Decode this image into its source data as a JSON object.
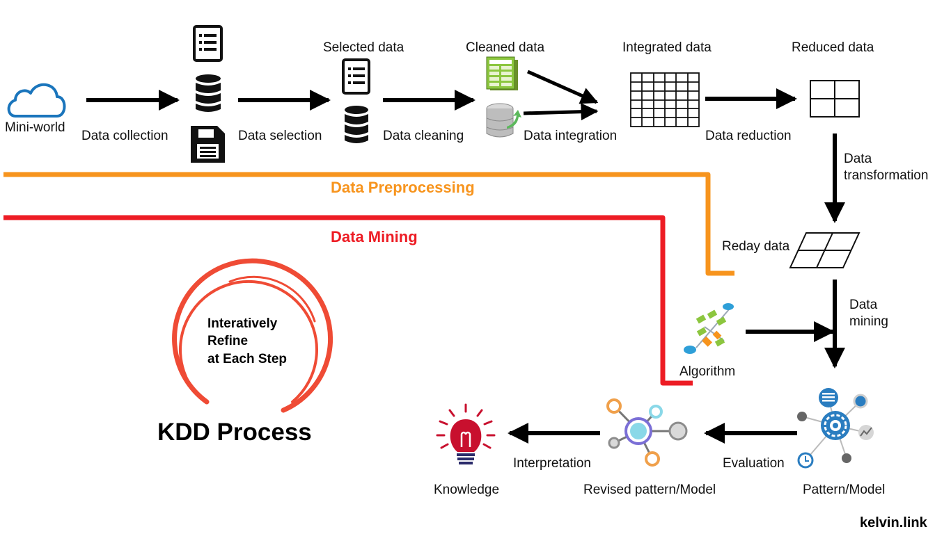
{
  "diagram": {
    "nodes": {
      "mini_world": "Mini-world",
      "selected_data": "Selected data",
      "cleaned_data": "Cleaned data",
      "integrated_data": "Integrated data",
      "reduced_data": "Reduced data",
      "ready_data": "Reday data",
      "algorithm": "Algorithm",
      "pattern_model": "Pattern/Model",
      "revised_pattern": "Revised pattern/Model",
      "knowledge": "Knowledge"
    },
    "steps": {
      "data_collection": "Data collection",
      "data_selection": "Data selection",
      "data_cleaning": "Data cleaning",
      "data_integration": "Data integration",
      "data_reduction": "Data reduction",
      "data_transformation_1": "Data",
      "data_transformation_2": "transformation",
      "data_mining_1": "Data",
      "data_mining_2": "mining",
      "evaluation": "Evaluation",
      "interpretation": "Interpretation"
    },
    "phases": {
      "preprocessing": "Data Preprocessing",
      "mining": "Data Mining"
    },
    "phase_colors": {
      "preprocessing": "#f7941d",
      "mining": "#ed1c24"
    },
    "loop": {
      "line1": "Interatively",
      "line2": "Refine",
      "line3": "at Each Step",
      "color": "#ef4b35"
    },
    "title": "KDD Process",
    "watermark": "kelvin.link"
  }
}
